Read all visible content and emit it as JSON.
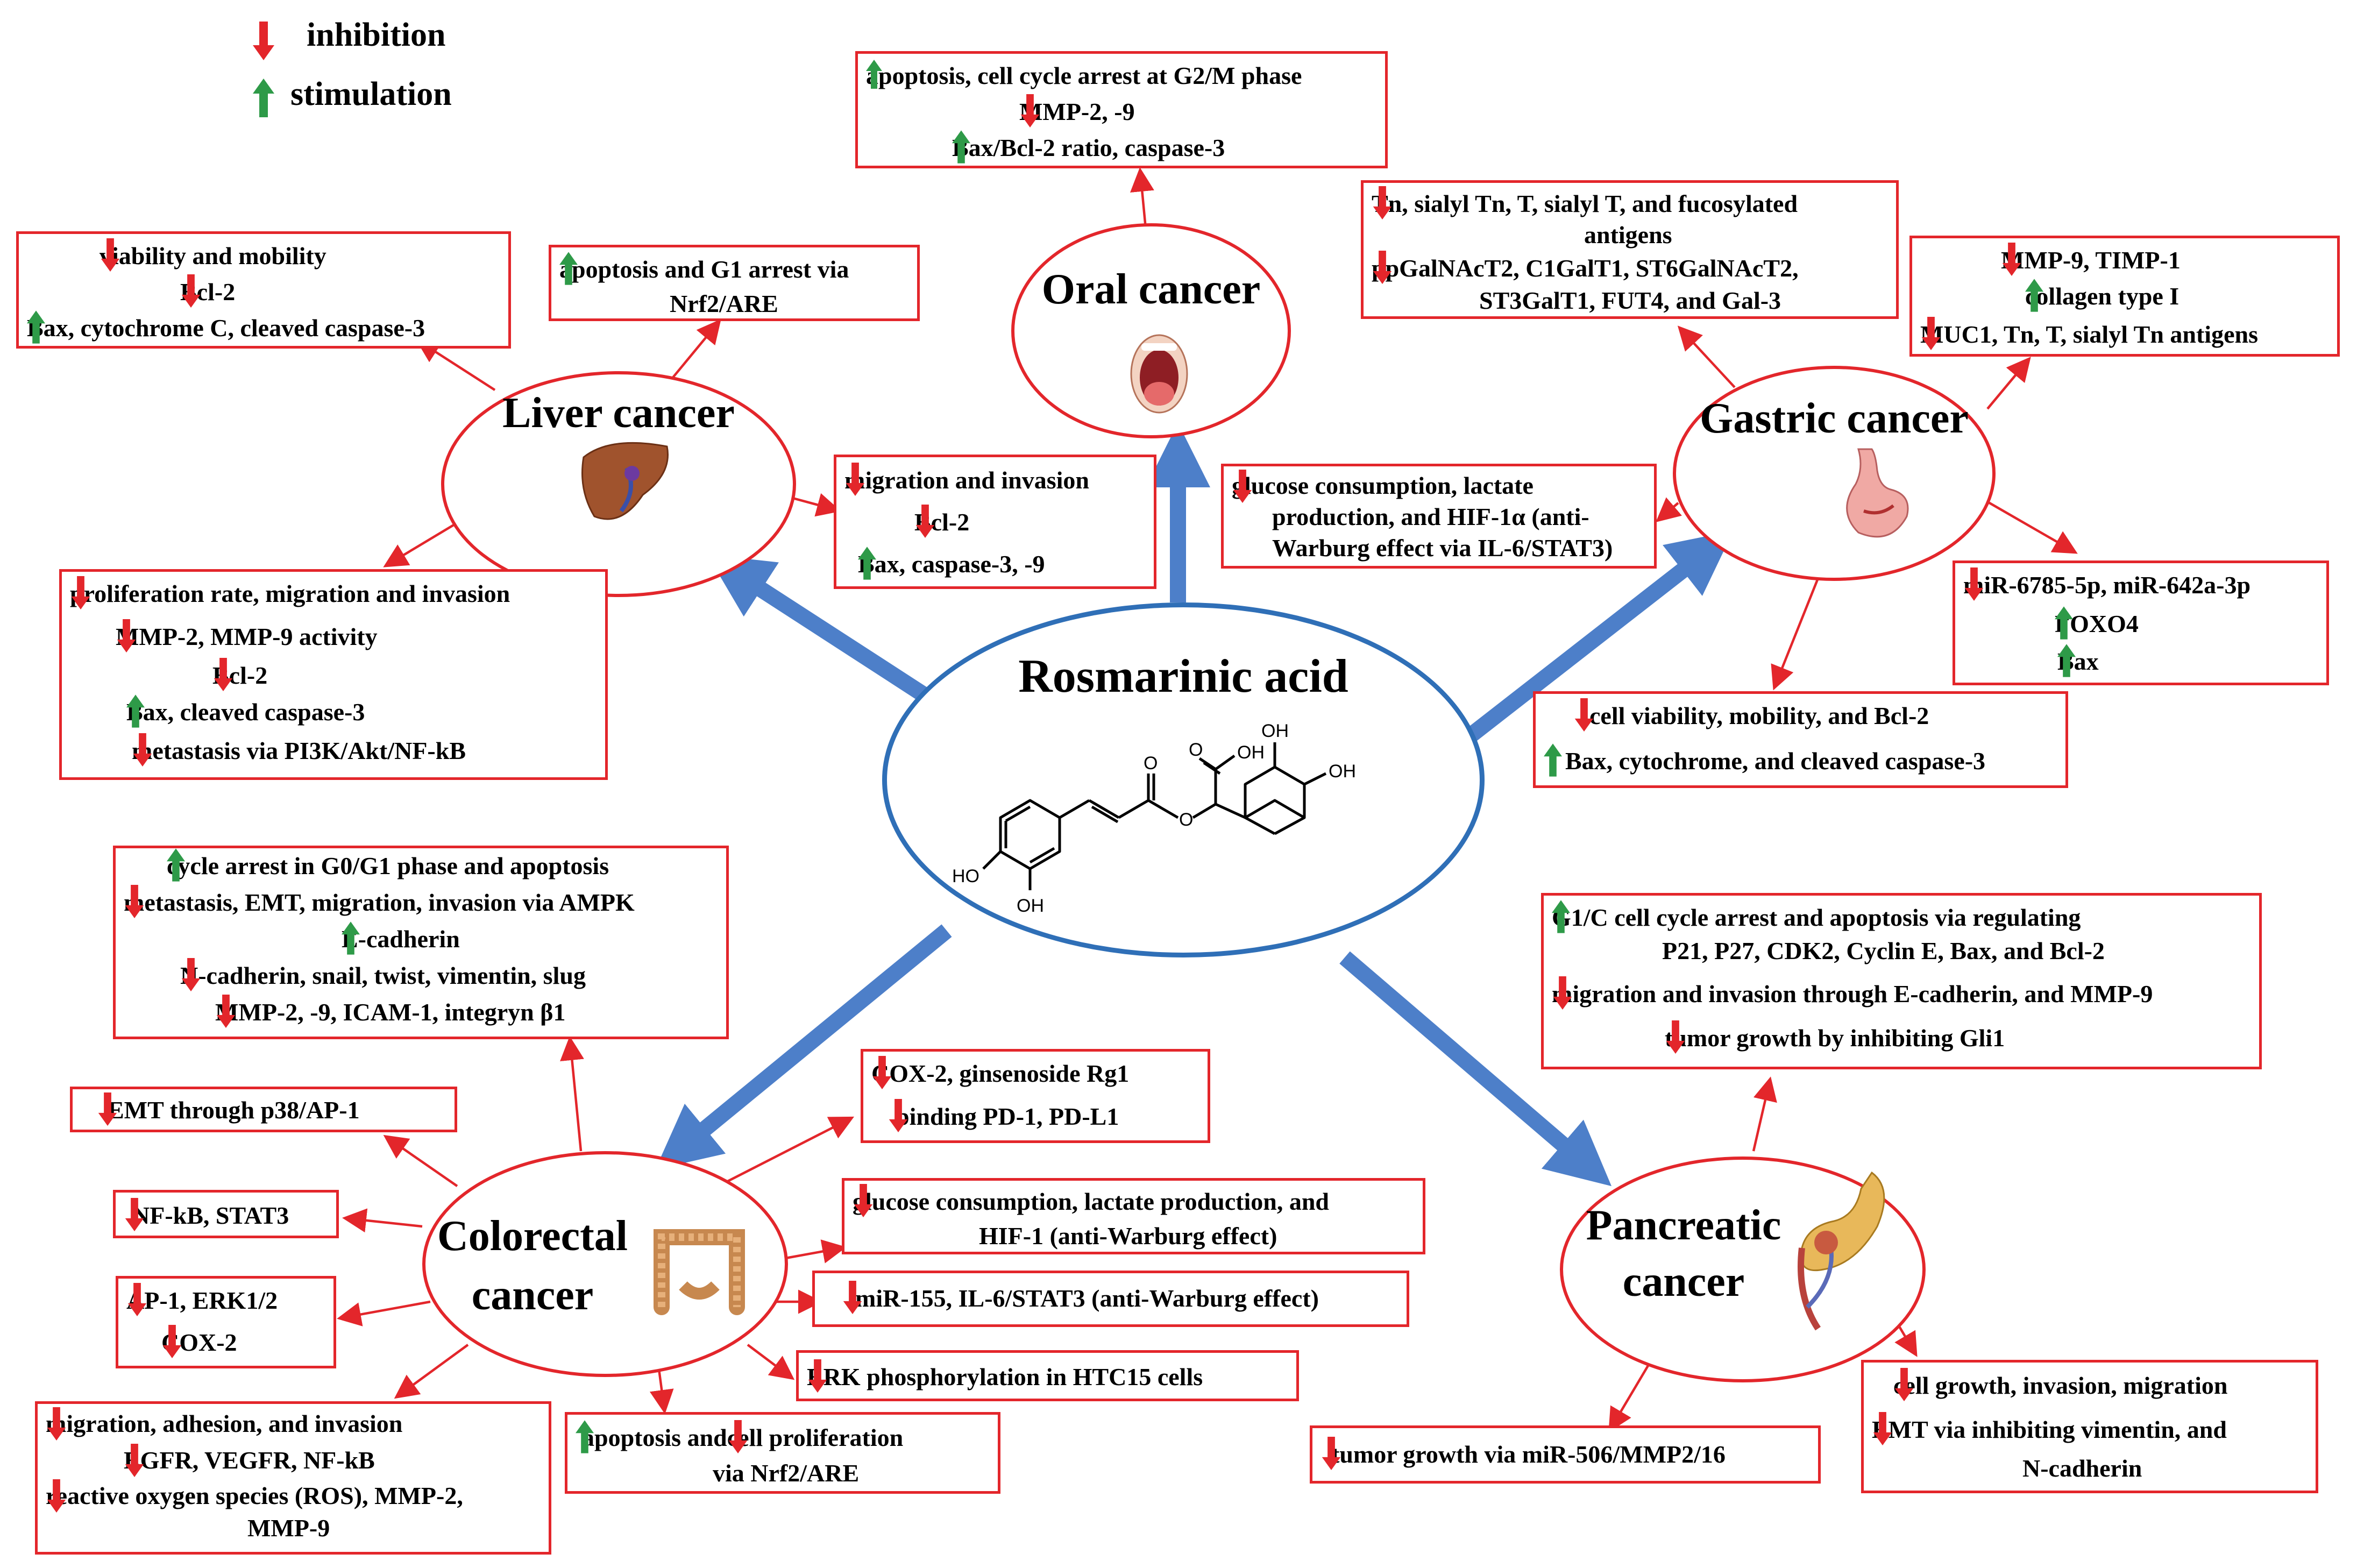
{
  "legend": {
    "inhibition": "inhibition",
    "stimulation": "stimulation"
  },
  "center": {
    "title": "Rosmarinic acid",
    "labels": {
      "oh": "OH",
      "ho": "HO",
      "o": "O"
    }
  },
  "cancers": {
    "oral": "Oral cancer",
    "liver": "Liver cancer",
    "gastric": "Gastric cancer",
    "colorectal_1": "Colorectal",
    "colorectal_2": "cancer",
    "pancreatic_1": "Pancreatic",
    "pancreatic_2": "cancer"
  },
  "boxes": {
    "oral_top": [
      "apoptosis, cell cycle arrest at G2/M phase",
      "MMP-2, -9",
      "Bax/Bcl-2 ratio, caspase-3"
    ],
    "liver_a": [
      "viability and mobility",
      "Bcl-2",
      "Bax, cytochrome C, cleaved caspase-3"
    ],
    "liver_b": [
      "apoptosis and  G1 arrest via",
      "Nrf2/ARE"
    ],
    "liver_c": [
      "migration and invasion",
      "Bcl-2",
      "Bax, caspase-3, -9"
    ],
    "liver_d": [
      "proliferation rate, migration and invasion",
      "MMP-2,  MMP-9 activity",
      "Bcl-2",
      "Bax, cleaved caspase-3",
      "metastasis via PI3K/Akt/NF-kB"
    ],
    "gastric_a": [
      "Tn, sialyl Tn, T, sialyl T, and fucosylated",
      "antigens",
      "ppGalNAcT2, C1GalT1, ST6GalNAcT2,",
      "ST3GalT1, FUT4, and Gal-3"
    ],
    "gastric_b": [
      "MMP-9, TIMP-1",
      "collagen type I",
      "MUC1, Tn, T, sialyl Tn antigens"
    ],
    "gastric_c": [
      "glucose consumption, lactate",
      "production, and HIF-1α (anti-",
      "Warburg effect via IL-6/STAT3)"
    ],
    "gastric_d": [
      "miR-6785-5p, miR-642a-3p",
      "FOXO4",
      "Bax"
    ],
    "gastric_e": [
      "cell viability, mobility, and Bcl-2",
      "Bax, cytochrome, and cleaved caspase-3"
    ],
    "crc_top": [
      "cycle arrest in G0/G1 phase and apoptosis",
      "metastasis, EMT, migration, invasion via AMPK",
      "E-cadherin",
      "N-cadherin, snail, twist, vimentin, slug",
      "MMP-2, -9, ICAM-1, integryn β1"
    ],
    "crc_emt": [
      "EMT through p38/AP-1"
    ],
    "crc_nfkb": [
      "NF-kB, STAT3"
    ],
    "crc_ap1": [
      "AP-1, ERK1/2",
      "COX-2"
    ],
    "crc_mig": [
      "migration, adhesion, and invasion",
      "EGFR, VEGFR, NF-kB",
      "reactive oxygen species (ROS), MMP-2,",
      "MMP-9"
    ],
    "crc_cox": [
      "COX-2, ginsenoside Rg1",
      "binding PD-1, PD-L1"
    ],
    "crc_glu": [
      "glucose consumption, lactate production, and",
      "HIF-1 (anti-Warburg effect)"
    ],
    "crc_mir": [
      "miR-155, IL-6/STAT3 (anti-Warburg effect)"
    ],
    "crc_erk": [
      "ERK phosphorylation in HTC15 cells"
    ],
    "crc_apo": [
      "apoptosis and",
      "cell proliferation",
      "via Nrf2/ARE"
    ],
    "panc_top": [
      "G1/C cell cycle arrest and apoptosis via regulating",
      "P21, P27, CDK2, Cyclin E, Bax, and Bcl-2",
      "migration and invasion through E-cadherin, and MMP-9",
      "tumor growth by inhibiting Gli1"
    ],
    "panc_tumor": [
      "tumor growth via miR-506/MMP2/16"
    ],
    "panc_cell": [
      "cell growth, invasion, migration",
      "EMT via inhibiting vimentin, and",
      "N-cadherin"
    ]
  },
  "colors": {
    "inhibition_arrow": "#e3262b",
    "stimulation_arrow": "#2e9a48",
    "box_border": "#e3262b",
    "main_arrow": "#3a72c4"
  }
}
